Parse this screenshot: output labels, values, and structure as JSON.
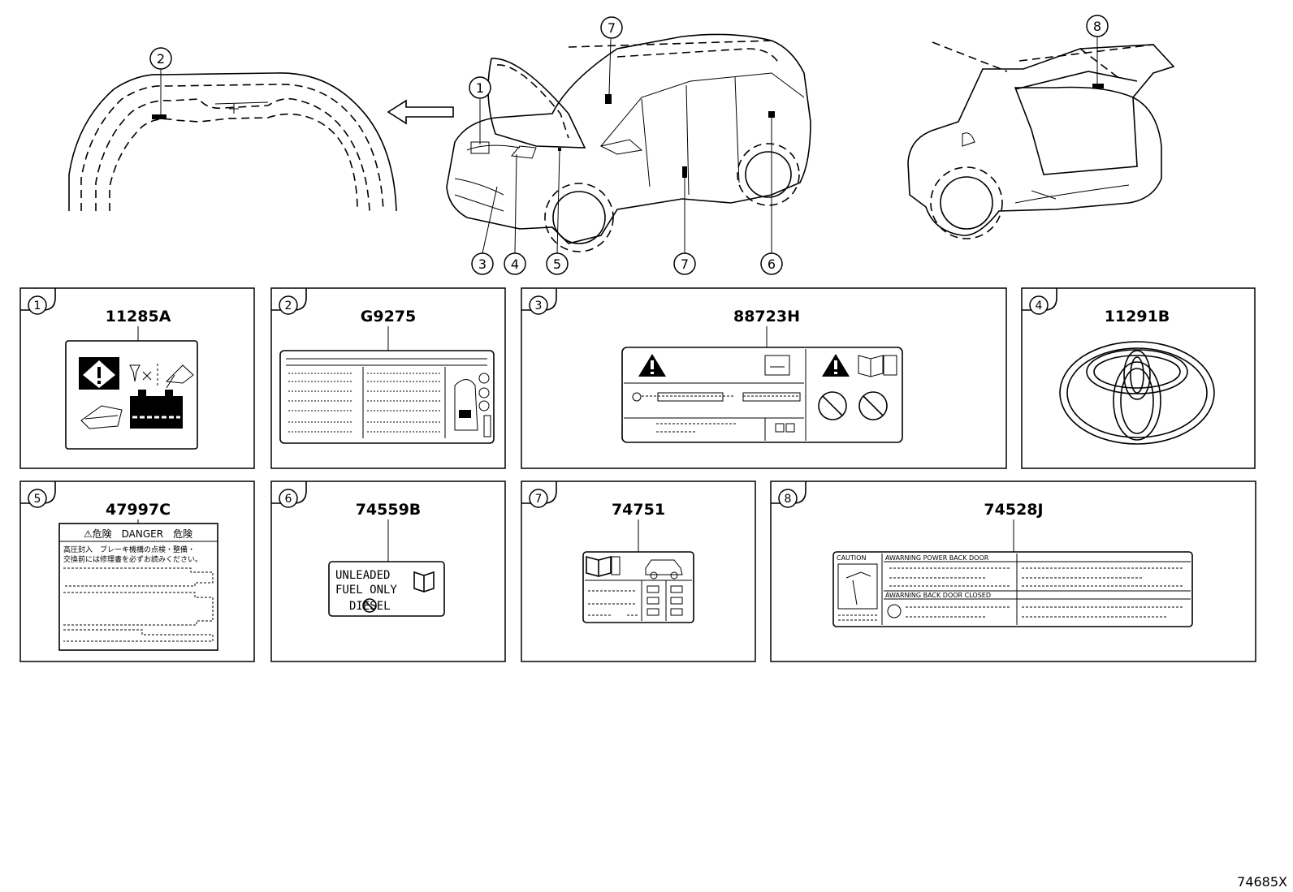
{
  "callouts": {
    "c1": "1",
    "c2": "2",
    "c3": "3",
    "c4": "4",
    "c5": "5",
    "c6": "6",
    "c7": "7",
    "c8": "8"
  },
  "panels": [
    {
      "num": "1",
      "part": "11285A"
    },
    {
      "num": "2",
      "part": "G9275"
    },
    {
      "num": "3",
      "part": "88723H"
    },
    {
      "num": "4",
      "part": "11291B"
    },
    {
      "num": "5",
      "part": "47997C"
    },
    {
      "num": "6",
      "part": "74559B"
    },
    {
      "num": "7",
      "part": "74751"
    },
    {
      "num": "8",
      "part": "74528J"
    }
  ],
  "label5": {
    "header": "⚠危険　DANGER　危険",
    "line1": "高圧封入　ブレーキ機構の点検・整備・",
    "line2": "交換前には修理書を必ずお読みください。"
  },
  "label6": {
    "line1": "UNLEADED",
    "line2": "FUEL ONLY",
    "line3": "DIESEL"
  },
  "label8": {
    "warn1": "AWARNING POWER BACK DOOR",
    "warn2": "AWARNING BACK DOOR CLOSED",
    "caution": "CAUTION"
  },
  "diagram_id": "74685X"
}
